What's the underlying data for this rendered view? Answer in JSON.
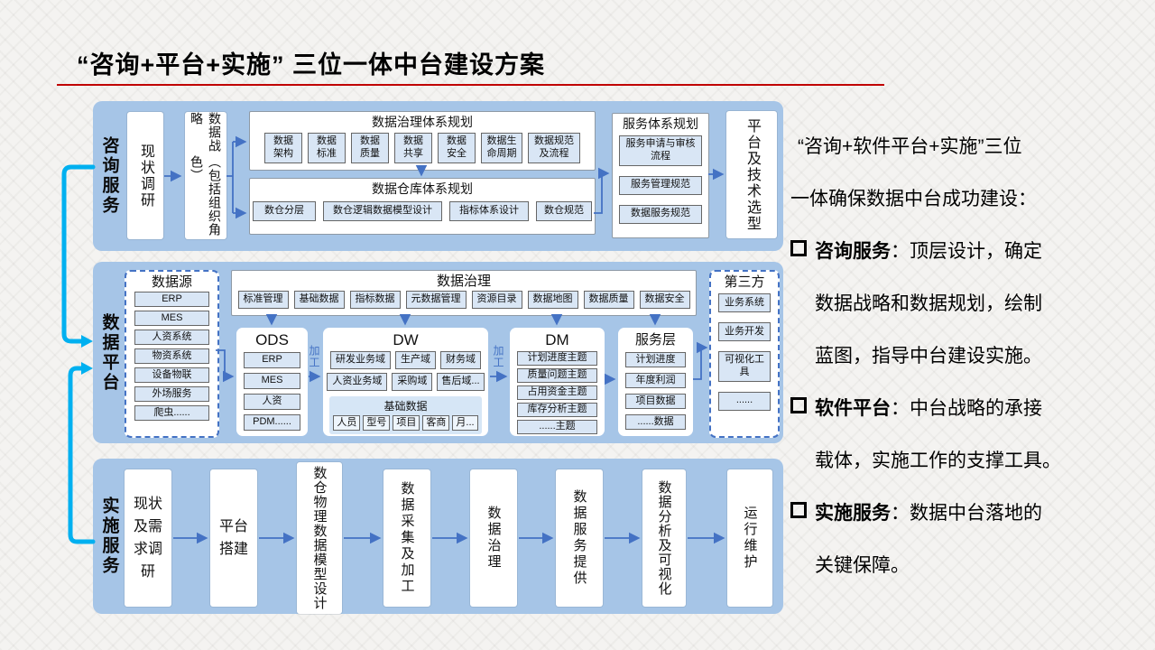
{
  "title": "“咨询+平台+实施” 三位一体中台建设方案",
  "consulting": {
    "label": "咨询服务",
    "survey": "现状调研",
    "strategy": {
      "line1": "数据战略",
      "line2": "（包括组织角色）"
    },
    "governance": {
      "title": "数据治理体系规划",
      "items": [
        "数据架构",
        "数据标准",
        "数据质量",
        "数据共享",
        "数据安全",
        "数据生命周期",
        "数据规范及流程"
      ]
    },
    "warehouse": {
      "title": "数据仓库体系规划",
      "items": [
        "数仓分层",
        "数仓逻辑数据模型设计",
        "指标体系设计",
        "数仓规范"
      ]
    },
    "service_system": {
      "title": "服务体系规划",
      "items": [
        "服务申请与审核流程",
        "服务管理规范",
        "数据服务规范"
      ]
    },
    "selection": "平台及技术选型"
  },
  "platform": {
    "label": "数据平台",
    "process_label": "加工",
    "datasource": {
      "title": "数据源",
      "items": [
        "ERP",
        "MES",
        "人资系统",
        "物资系统",
        "设备物联",
        "外场服务",
        "爬虫......"
      ]
    },
    "governance": {
      "title": "数据治理",
      "items": [
        "标准管理",
        "基础数据",
        "指标数据",
        "元数据管理",
        "资源目录",
        "数据地图",
        "数据质量",
        "数据安全"
      ]
    },
    "ods": {
      "title": "ODS",
      "items": [
        "ERP",
        "MES",
        "人资",
        "PDM......"
      ]
    },
    "dw": {
      "title": "DW",
      "row1": [
        "研发业务域",
        "生产域",
        "财务域"
      ],
      "row2": [
        "人资业务域",
        "采购域",
        "售后域..."
      ],
      "base": {
        "title": "基础数据",
        "items": [
          "人员",
          "型号",
          "项目",
          "客商",
          "月..."
        ]
      }
    },
    "dm": {
      "title": "DM",
      "items": [
        "计划进度主题",
        "质量问题主题",
        "占用资金主题",
        "库存分析主题",
        "......主题"
      ]
    },
    "service_layer": {
      "title": "服务层",
      "items": [
        "计划进度",
        "年度利润",
        "项目数据",
        "......数据"
      ]
    },
    "third_party": {
      "title": "第三方",
      "items": [
        "业务系统",
        "业务开发",
        "可视化工具",
        "......"
      ]
    }
  },
  "implementation": {
    "label": "实施服务",
    "steps": [
      "现状及需求调研",
      "平台搭建",
      "数仓物理数据模型设计",
      "数据采集及加工",
      "数据治理",
      "数据服务提供",
      "数据分析及可视化",
      "运行维护"
    ]
  },
  "summary": {
    "intro_lines": [
      "“咨询+软件平台+实施”三位",
      "一体确保数据中台成功建设："
    ],
    "bullets": [
      {
        "term": "咨询服务",
        "lines": [
          "：顶层设计，确定",
          "数据战略和数据规划，绘制",
          "蓝图，指导中台建设实施。"
        ]
      },
      {
        "term": "软件平台",
        "lines": [
          "：中台战略的承接",
          "载体，实施工作的支撑工具。"
        ]
      },
      {
        "term": "实施服务",
        "lines": [
          "：数据中台落地的",
          "关键保障。"
        ]
      }
    ]
  },
  "colors": {
    "section_blue": "#a6c5e7",
    "accent_blue": "#4472c4",
    "cyan_connector": "#00b0f0",
    "title_underline": "#c00000",
    "item_fill": "#d9e6f5"
  }
}
